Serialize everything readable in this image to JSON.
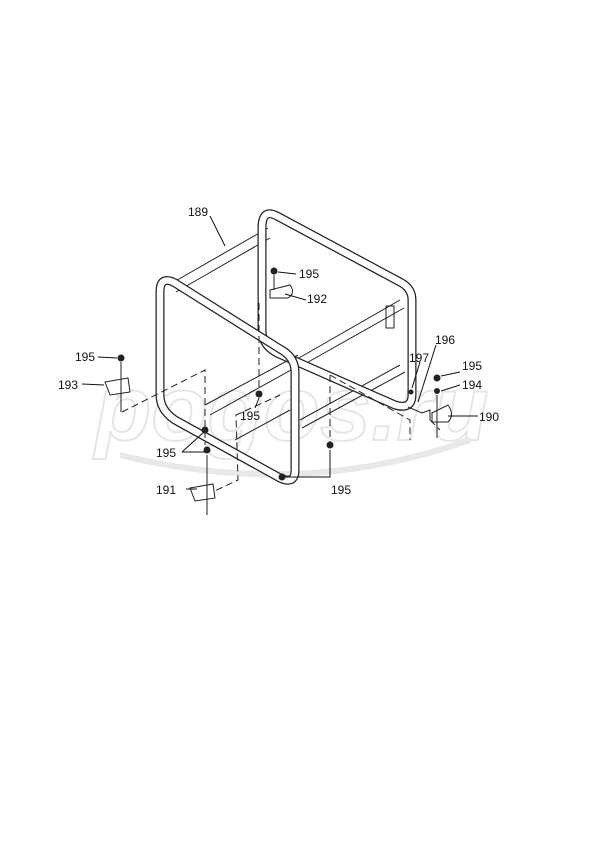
{
  "diagram": {
    "watermark": "pogos.ru",
    "callouts": {
      "frame": "189",
      "mount_192": "192",
      "mount_193": "193",
      "mount_191": "191",
      "mount_190": "190",
      "washer": "194",
      "bracket_196": "196",
      "bolt_197": "197",
      "nut": "195"
    }
  }
}
